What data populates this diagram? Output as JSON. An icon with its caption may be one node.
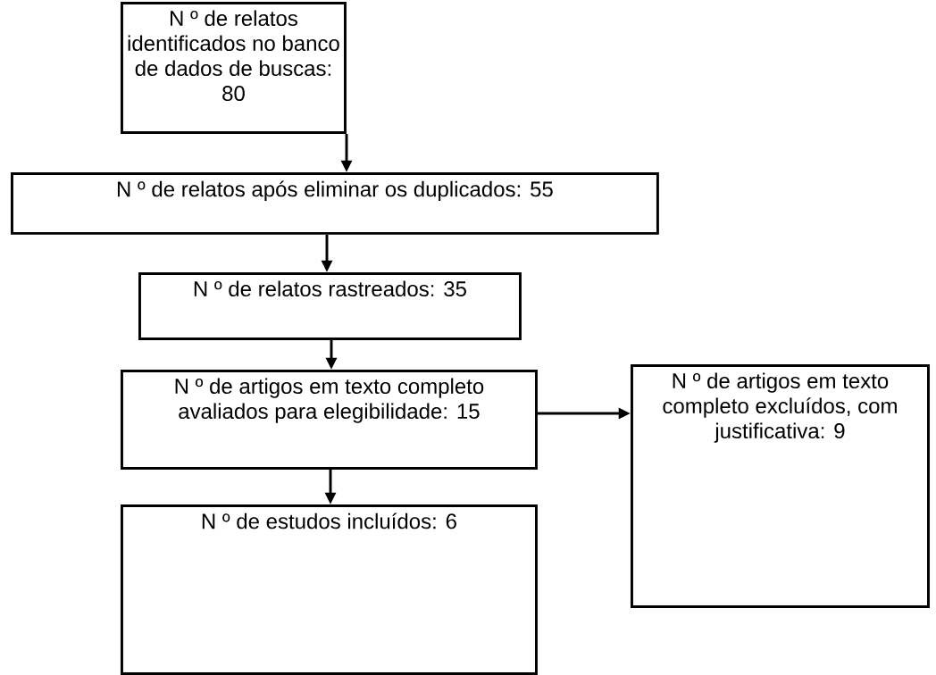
{
  "diagram": {
    "nodes": [
      {
        "text": [
          "N º de relatos identificados no banco de dados de buscas: 80"
        ]
      },
      {
        "text": [
          "N º de relatos após eliminar os duplicados: 55"
        ]
      },
      {
        "text": [
          "N º de relatos rastreados: 35"
        ]
      },
      {
        "text": [
          "N º de artigos em texto completo avaliados para elegibilidade: 15"
        ]
      },
      {
        "text": [
          "N º de artigos em texto completo excluídos, com justificativa: 9"
        ]
      },
      {
        "text": [
          "N º de estudos incluídos: 6"
        ]
      }
    ],
    "edges": [
      {
        "from": 0,
        "to": 1,
        "arrow": "to"
      },
      {
        "from": 1,
        "to": 2,
        "arrow": "to"
      },
      {
        "from": 2,
        "to": 3,
        "arrow": "to"
      },
      {
        "from": 3,
        "to": 4,
        "arrow": "to"
      },
      {
        "from": 3,
        "to": 5,
        "arrow": "to"
      }
    ]
  }
}
